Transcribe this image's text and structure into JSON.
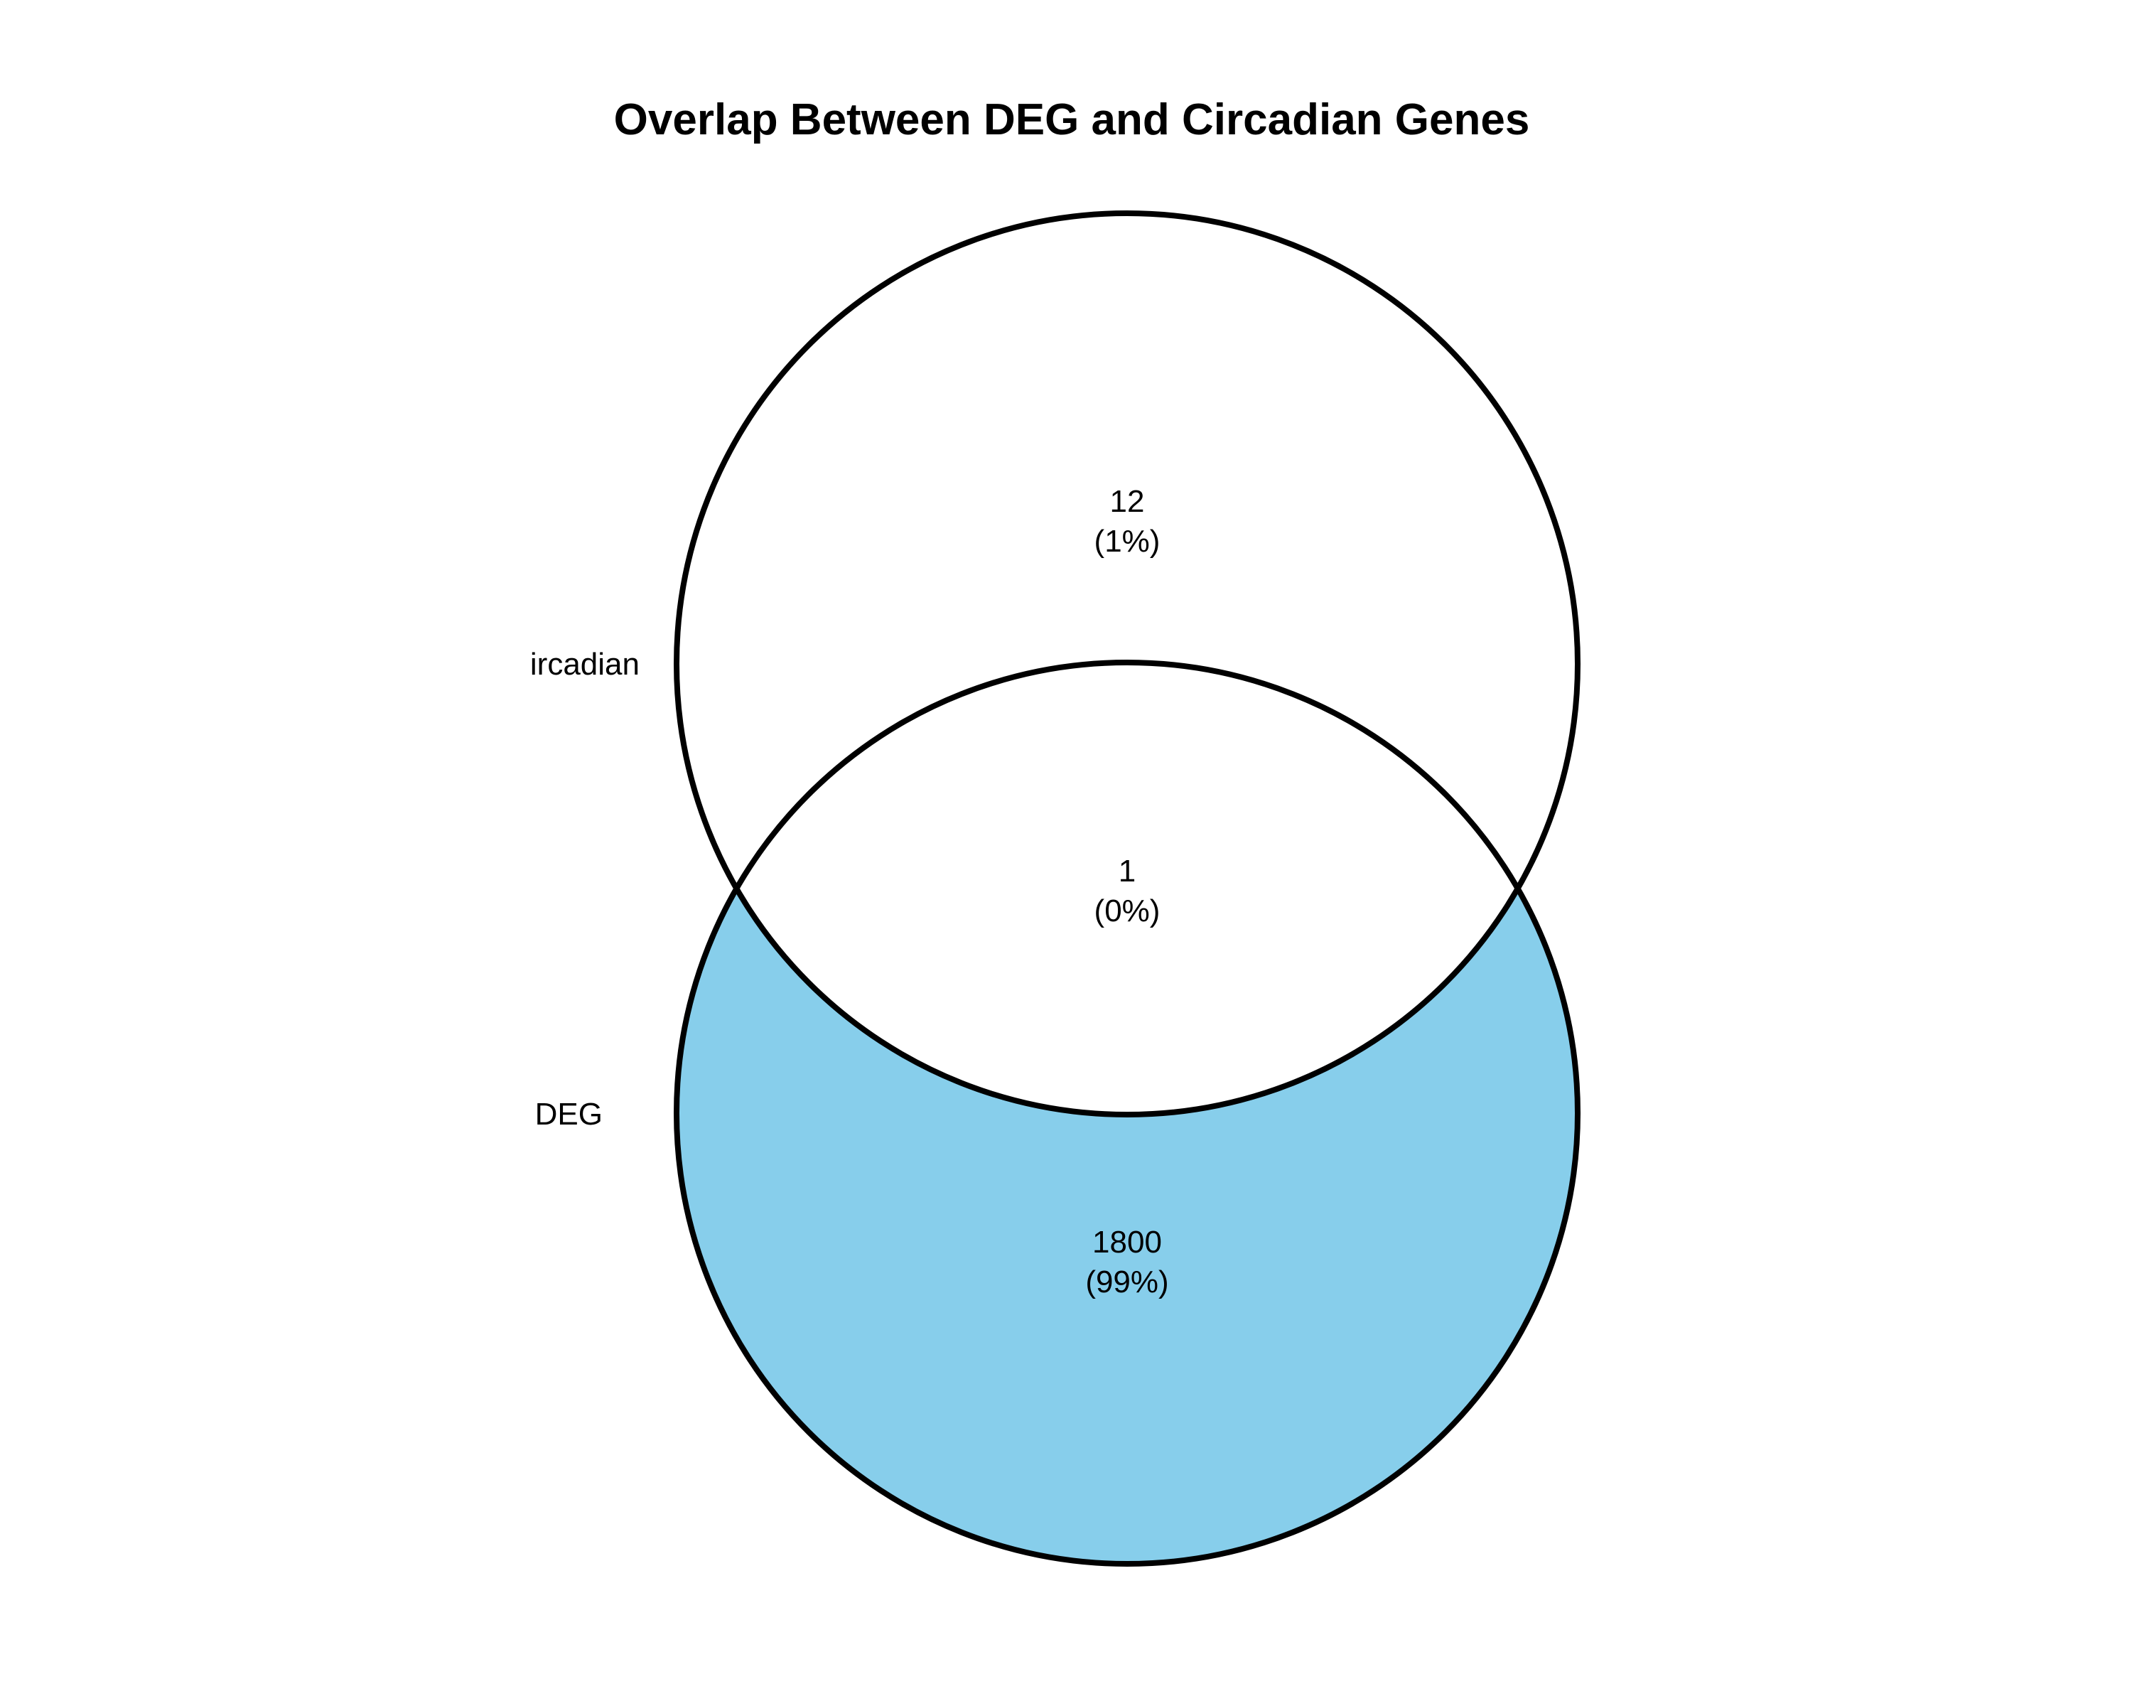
{
  "title": "Overlap Between DEG and Circadian Genes",
  "chart_data": {
    "type": "venn",
    "title": "Overlap Between DEG and Circadian Genes",
    "sets": [
      {
        "name": "ircadian",
        "fill": "#ffffff"
      },
      {
        "name": "DEG",
        "fill": "#87CEEB"
      }
    ],
    "regions": [
      {
        "id": "circadian_only",
        "count": "12",
        "percent": "(1%)"
      },
      {
        "id": "intersection",
        "count": "1",
        "percent": "(0%)"
      },
      {
        "id": "deg_only",
        "count": "1800",
        "percent": "(99%)"
      }
    ],
    "outline_color": "#000000"
  }
}
